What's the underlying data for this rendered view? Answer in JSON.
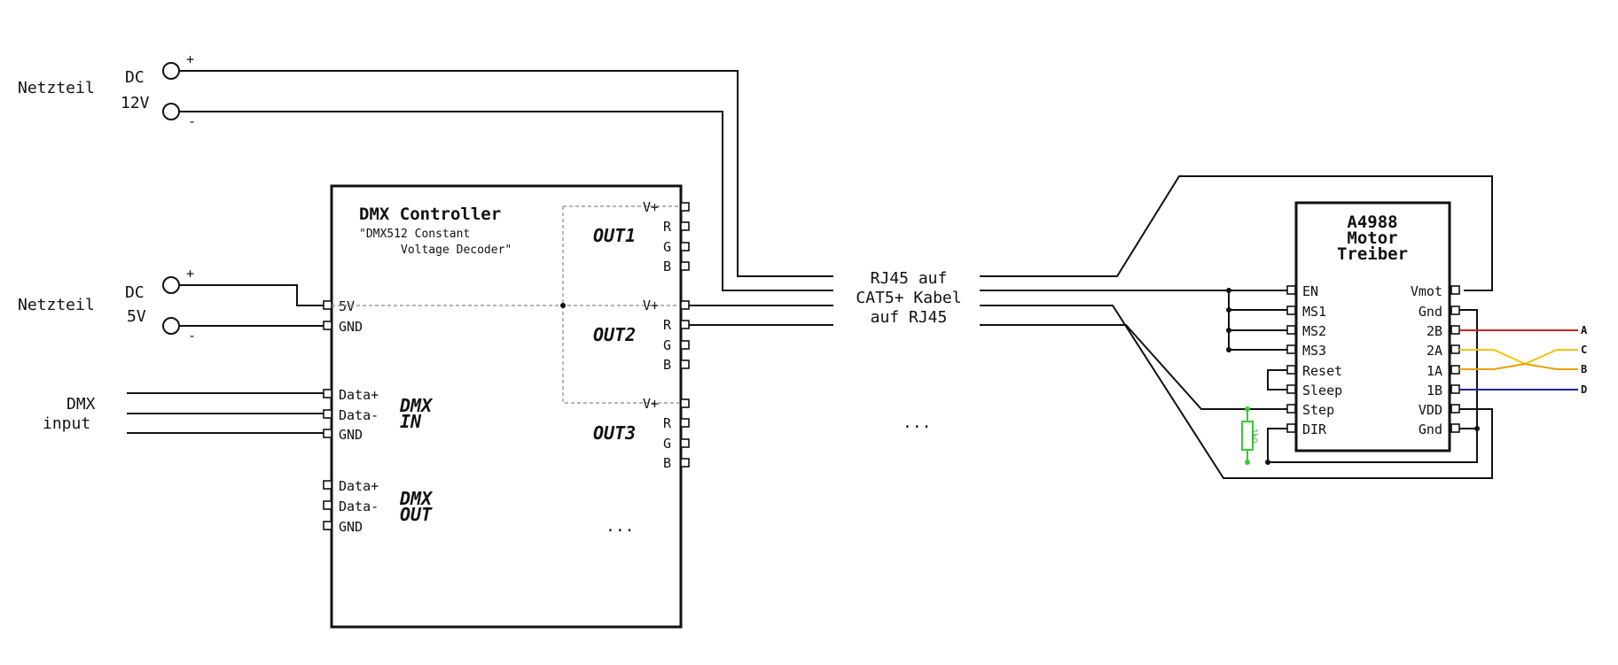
{
  "power12": {
    "name": "Netzteil",
    "type": "DC",
    "voltage": "12V",
    "plus": "+",
    "minus": "-"
  },
  "power5": {
    "name": "Netzteil",
    "type": "DC",
    "voltage": "5V",
    "plus": "+",
    "minus": "-"
  },
  "dmx_input": {
    "line1": "DMX",
    "line2": "input"
  },
  "controller": {
    "title": "DMX Controller",
    "subtitle1": "\"DMX512 Constant",
    "subtitle2": "Voltage Decoder\"",
    "power_pins": [
      "5V",
      "GND"
    ],
    "dmx_in": {
      "label1": "DMX",
      "label2": "IN",
      "pins": [
        "Data+",
        "Data-",
        "GND"
      ]
    },
    "dmx_out": {
      "label1": "DMX",
      "label2": "OUT",
      "pins": [
        "Data+",
        "Data-",
        "GND"
      ]
    },
    "outputs": [
      {
        "name": "OUT1",
        "pins": [
          "V+",
          "R",
          "G",
          "B"
        ]
      },
      {
        "name": "OUT2",
        "pins": [
          "V+",
          "R",
          "G",
          "B"
        ]
      },
      {
        "name": "OUT3",
        "pins": [
          "V+",
          "R",
          "G",
          "B"
        ]
      }
    ],
    "more": "..."
  },
  "cable": {
    "line1": "RJ45 auf",
    "line2": "CAT5+ Kabel",
    "line3": "auf RJ45",
    "more": "..."
  },
  "driver": {
    "title1": "A4988",
    "title2": "Motor",
    "title3": "Treiber",
    "left_pins": [
      "EN",
      "MS1",
      "MS2",
      "MS3",
      "Reset",
      "Sleep",
      "Step",
      "DIR"
    ],
    "right_pins": [
      "Vmot",
      "Gnd",
      "2B",
      "2A",
      "1A",
      "1B",
      "VDD",
      "Gnd"
    ],
    "resistor": "1kΩ"
  },
  "motor_coils": [
    "A",
    "C",
    "B",
    "D"
  ],
  "colors": {
    "wire": "#111111",
    "dashed": "#888888",
    "red": "#cc2222",
    "yellow": "#f2c500",
    "orange": "#e6a000",
    "blue": "#22229a",
    "green": "#33cc33"
  }
}
